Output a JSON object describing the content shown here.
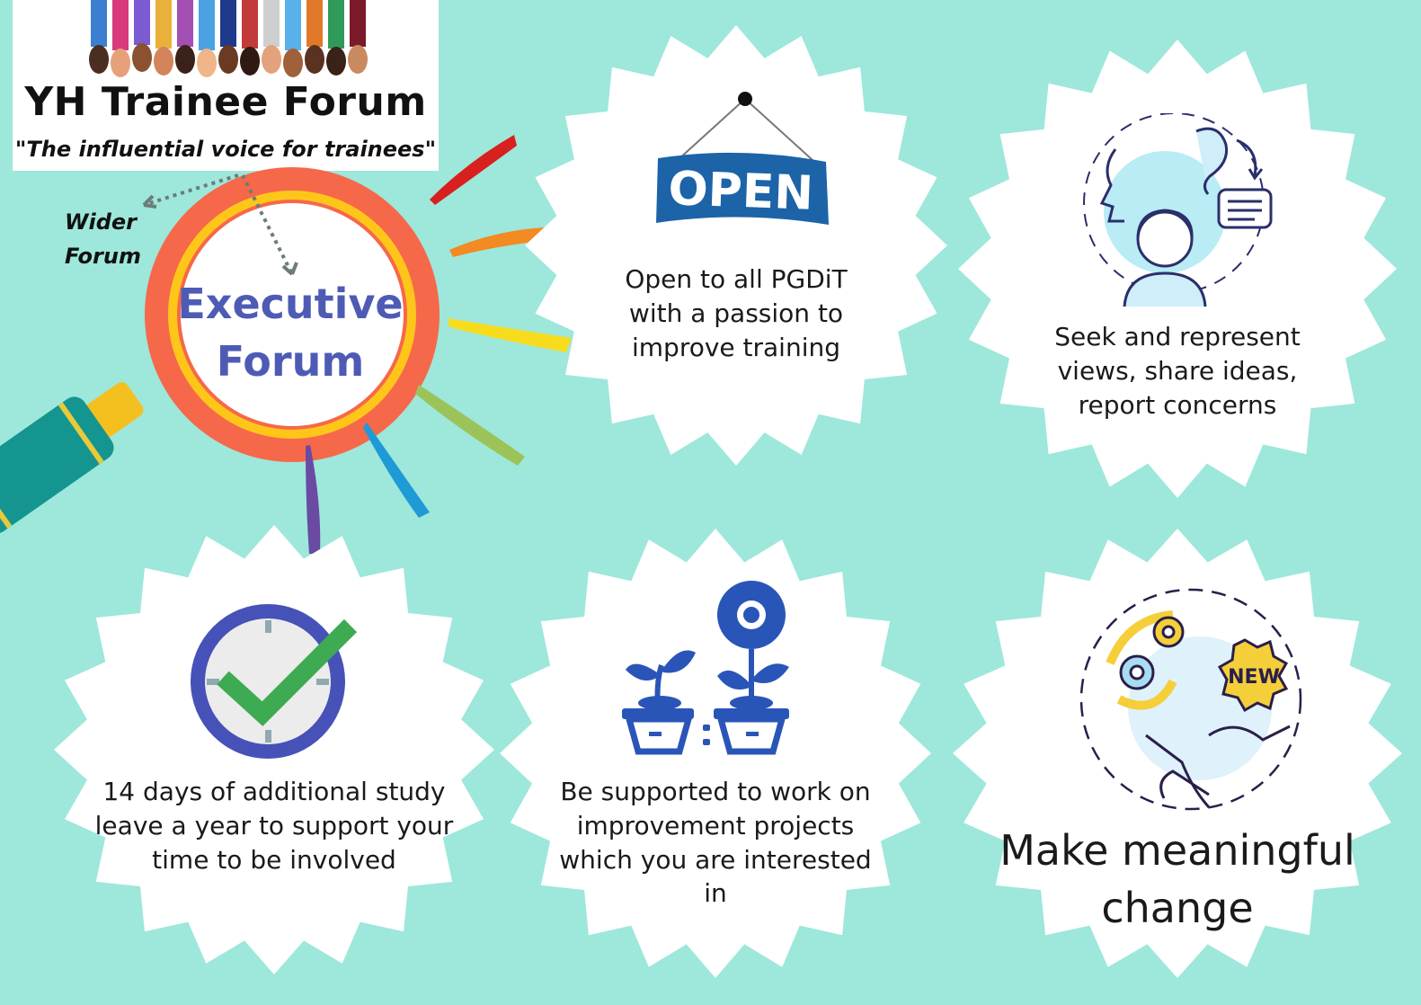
{
  "header": {
    "title": "YH Trainee Forum",
    "tagline": "\"The influential voice for trainees\""
  },
  "magnifier": {
    "outer_label": "Wider Forum",
    "inner_label": "Executive Forum"
  },
  "cards": [
    {
      "text": "Open to all PGDiT with a passion to improve training",
      "icon": "open-sign-icon",
      "sign_text": "OPEN"
    },
    {
      "text": "Seek and represent views, share ideas, report concerns",
      "icon": "listening-speaking-icon"
    },
    {
      "text": "14 days of additional study leave a year to support your time to be involved",
      "icon": "clock-check-icon"
    },
    {
      "text": "Be supported to work on improvement projects which you are interested in",
      "icon": "plant-growth-icon"
    },
    {
      "text": "Make meaningful change",
      "icon": "change-gears-icon",
      "gear_text": "NEW"
    }
  ],
  "colors": {
    "background": "#9ee7db",
    "lens_ring": "#f6684a",
    "lens_inner_ring": "#ffc61a",
    "exec_text": "#4e5bb5",
    "handle": "#14958f",
    "sign_blue": "#1c63a8",
    "icon_blue": "#2a55b8"
  }
}
